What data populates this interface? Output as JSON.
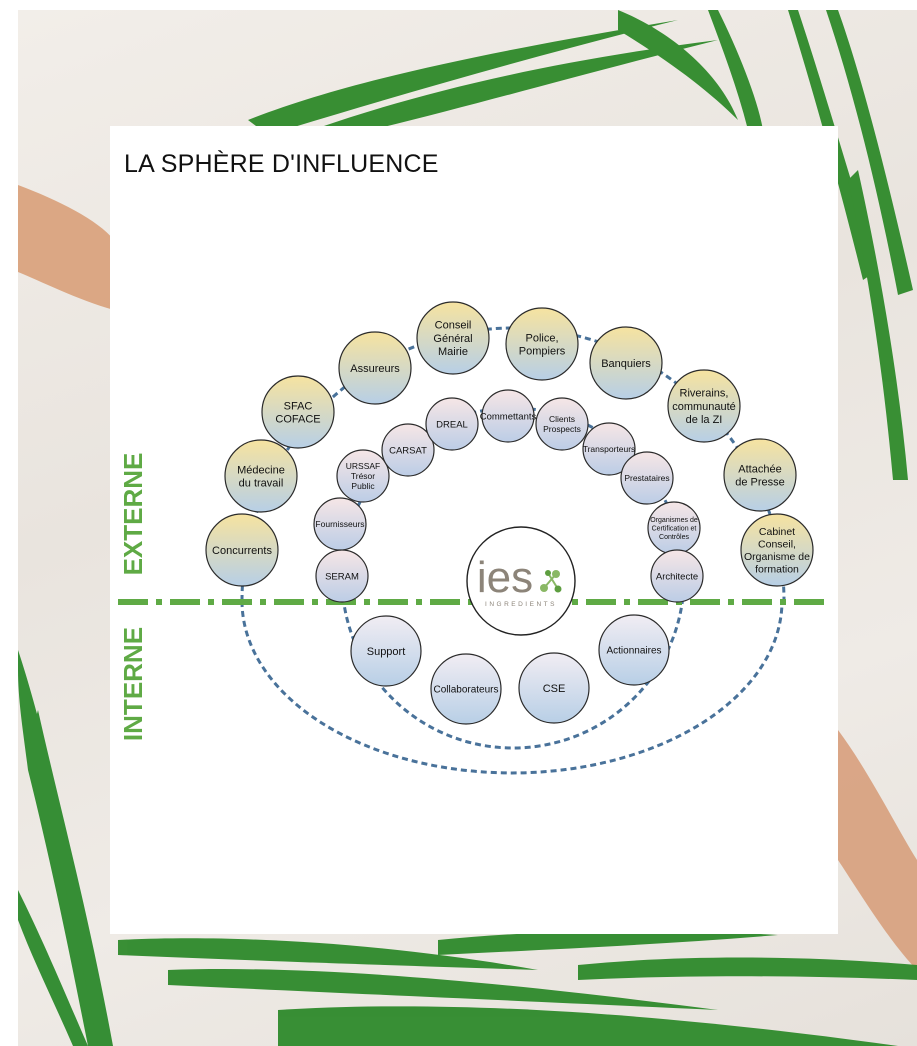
{
  "title": "LA SPHÈRE D'INFLUENCE",
  "zones": {
    "external": "EXTERNE",
    "internal": "INTERNE"
  },
  "logo": {
    "text": "ies",
    "subtext": "INGREDIENTS"
  },
  "colors": {
    "divider": "#5faa45",
    "ring": "#49729a",
    "node_outer_top": "#f6e3a0",
    "node_outer_bottom": "#b7cfe6",
    "node_inner_top": "#f6e6e6",
    "node_inner_bottom": "#bccde6",
    "node_bottom_top": "#f1edf3",
    "node_bottom_bottom": "#b8cfe6"
  },
  "outer_ring": [
    "Concurrents",
    "Médecine\ndu travail",
    "SFAC\nCOFACE",
    "Assureurs",
    "Conseil\nGénéral\nMairie",
    "Police,\nPompiers",
    "Banquiers",
    "Riverains,\ncommunauté\nde la ZI",
    "Attachée\nde Presse",
    "Cabinet\nConseil,\nOrganisme de\nformation"
  ],
  "inner_ring": [
    "SERAM",
    "Fournisseurs",
    "URSSAF\nTrésor\nPublic",
    "CARSAT",
    "DREAL",
    "Commettants",
    "Clients\nProspects",
    "Transporteurs",
    "Prestataires",
    "Organismes de\nCertification et\nContrôles",
    "Architecte"
  ],
  "internal_ring": [
    "Support",
    "Collaborateurs",
    "CSE",
    "Actionnaires"
  ]
}
